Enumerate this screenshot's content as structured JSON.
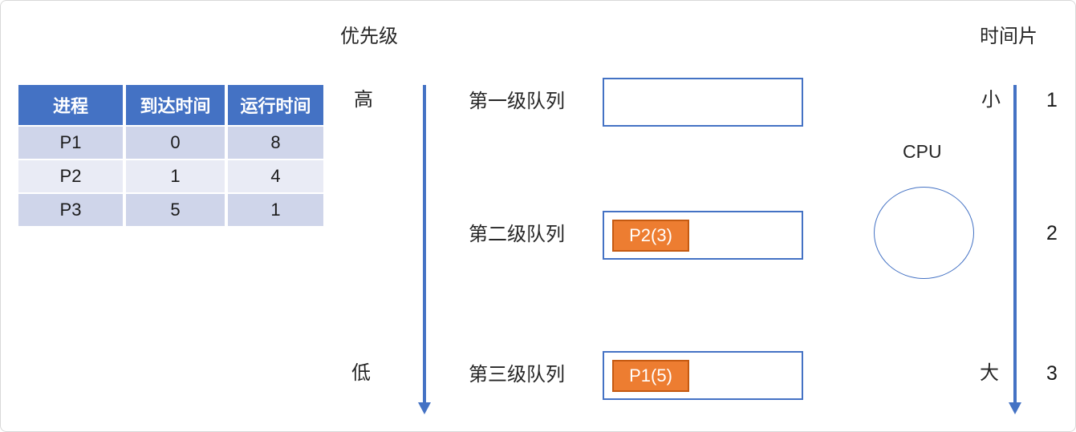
{
  "table": {
    "headers": [
      "进程",
      "到达时间",
      "运行时间"
    ],
    "rows": [
      [
        "P1",
        "0",
        "8"
      ],
      [
        "P2",
        "1",
        "4"
      ],
      [
        "P3",
        "5",
        "1"
      ]
    ]
  },
  "priority_axis": {
    "title": "优先级",
    "top_label": "高",
    "bottom_label": "低"
  },
  "timeslice_axis": {
    "title": "时间片",
    "top_label": "小",
    "bottom_label": "大",
    "levels": [
      "1",
      "2",
      "3"
    ]
  },
  "queues": [
    {
      "label": "第一级队列",
      "items": []
    },
    {
      "label": "第二级队列",
      "items": [
        "P2(3)"
      ]
    },
    {
      "label": "第三级队列",
      "items": [
        "P1(5)"
      ]
    }
  ],
  "cpu": {
    "label": "CPU"
  },
  "colors": {
    "accent_blue": "#4472C4",
    "table_header_fill": "#4472C4",
    "table_row_dark": "#CFD5EA",
    "table_row_light": "#E9EBF5",
    "process_block_fill": "#ED7D31",
    "process_block_border": "#C55A11",
    "block_text": "#ffffff"
  }
}
